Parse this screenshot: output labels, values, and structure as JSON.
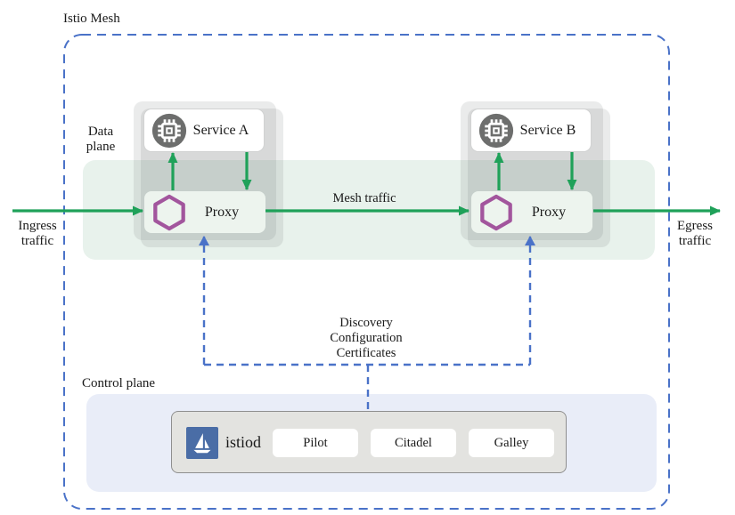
{
  "diagram": {
    "title": "Istio Mesh",
    "labels": {
      "data_plane": "Data plane",
      "control_plane": "Control plane",
      "ingress": "Ingress traffic",
      "egress": "Egress traffic",
      "mesh_traffic": "Mesh traffic",
      "control_channel": [
        "Discovery",
        "Configuration",
        "Certificates"
      ]
    },
    "nodes": {
      "service_a": "Service A",
      "service_b": "Service B",
      "proxy_a": "Proxy",
      "proxy_b": "Proxy",
      "istiod": "istiod",
      "components": [
        "Pilot",
        "Citadel",
        "Galley"
      ]
    },
    "icons": {
      "service": "microchip-icon",
      "proxy": "hexagon-icon",
      "istiod": "sailboat-icon"
    },
    "colors": {
      "arrow_green": "#1fa159",
      "hexagon_purple": "#a2559d",
      "dashed_blue": "#4a72c8",
      "band_green": "#e8f2ec",
      "control_bg": "#e9edf8",
      "istiod_blue": "#4a6da6",
      "icon_gray": "#6d6e6d"
    }
  }
}
